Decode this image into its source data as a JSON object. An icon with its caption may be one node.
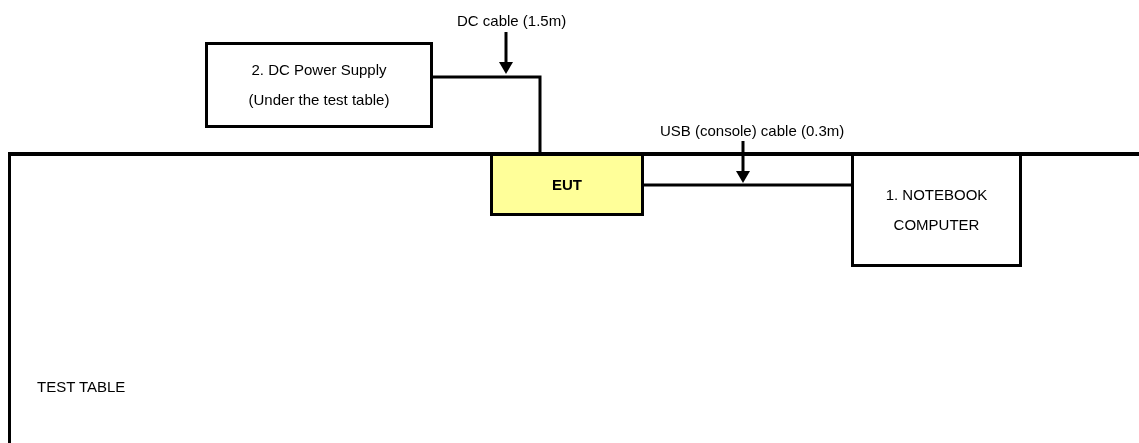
{
  "diagram": {
    "nodes": [
      {
        "text": [
          "2. DC Power Supply",
          "(Under the test table)"
        ]
      },
      {
        "text": [
          "EUT"
        ],
        "in": 3
      },
      {
        "text": [
          "1. NOTEBOOK COMPUTER"
        ],
        "in": 3
      },
      {
        "text": [
          "TEST TABLE"
        ]
      }
    ],
    "edges": [
      {
        "from": 0,
        "to": 1,
        "arrow": "none",
        "label": "DC cable (1.5m)"
      },
      {
        "from": 1,
        "to": 2,
        "arrow": "none",
        "label": "USB (console) cable (0.3m)"
      }
    ]
  }
}
